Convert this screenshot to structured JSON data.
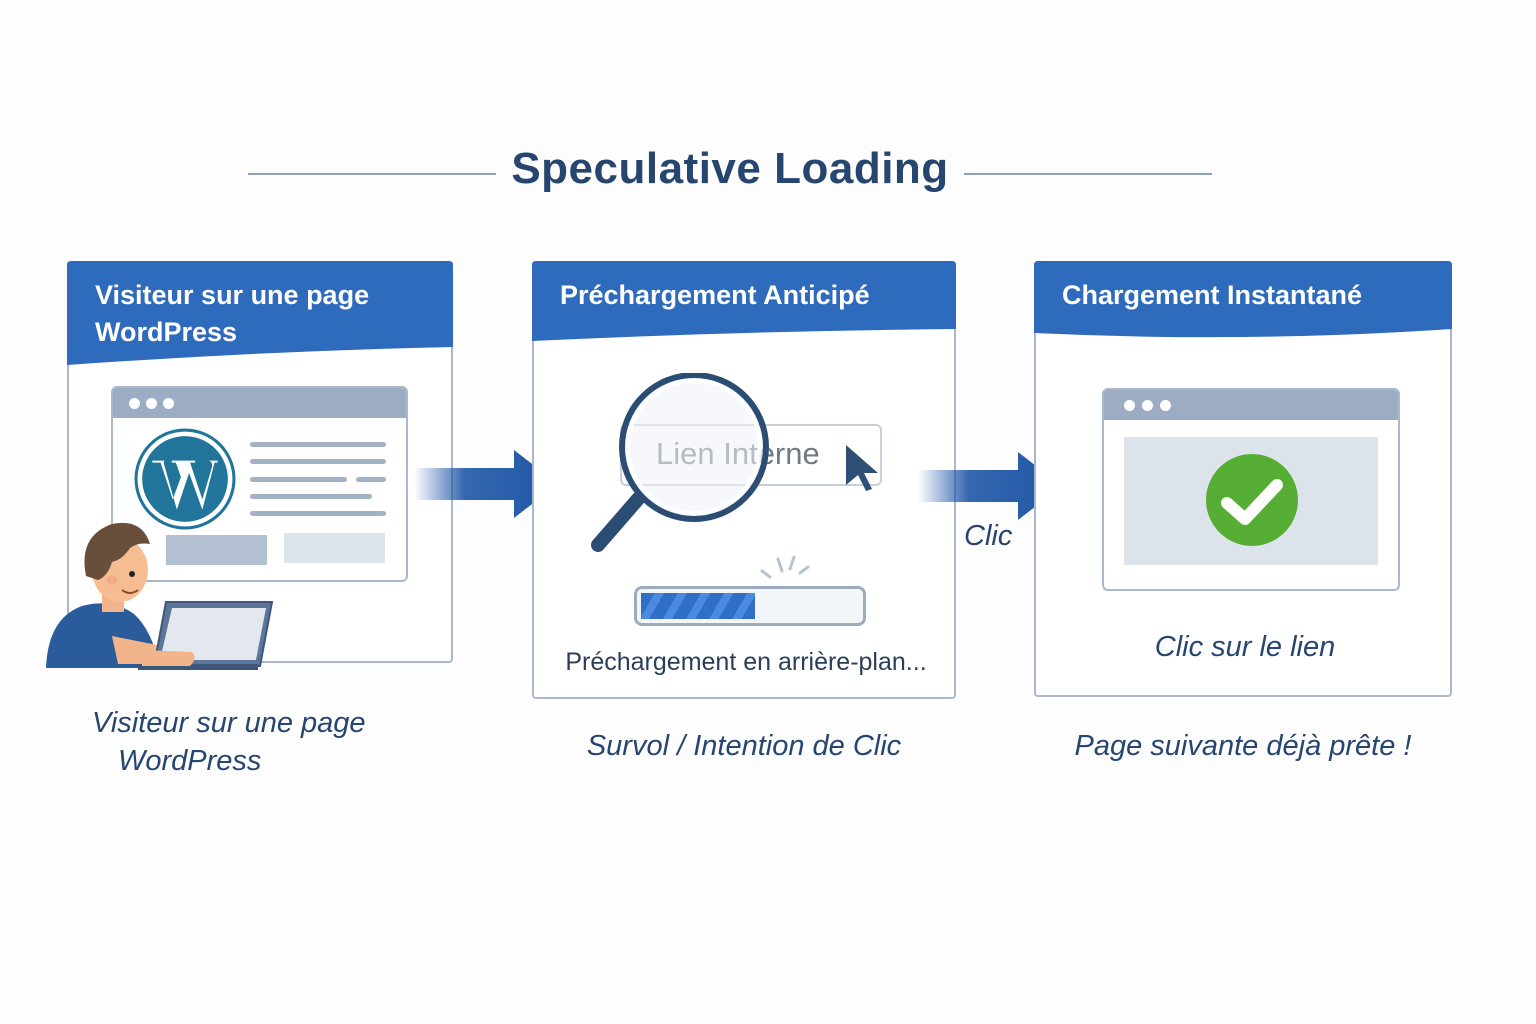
{
  "title": "Speculative Loading",
  "colors": {
    "title": "#26466f",
    "header_blue": "#2f6bbd",
    "arrow_blue": "#1f56a6",
    "border": "#a9b8cc",
    "wp_blue": "#21759b",
    "check_green": "#55ae33",
    "progress_fill": "#3a7fd8"
  },
  "steps": [
    {
      "header": "Visiteur sur une page WordPress",
      "header_lines": [
        "Visiteur sur une page",
        "WordPress"
      ],
      "icon": "wordpress-logo-icon",
      "caption_lines": [
        "Visiteur sur une page",
        "WordPress"
      ]
    },
    {
      "header": "Préchargement Anticipé",
      "link_label": "Lien Interne",
      "progress_percent": 52,
      "status_text": "Préchargement en arrière-plan...",
      "caption": "Survol / Intention de Clic"
    },
    {
      "header": "Chargement Instantané",
      "icon": "check-circle-icon",
      "inner_text": "Clic sur le lien",
      "caption": "Page suivante déjà prête !"
    }
  ],
  "arrows": [
    {
      "label": ""
    },
    {
      "label": "Clic"
    }
  ]
}
